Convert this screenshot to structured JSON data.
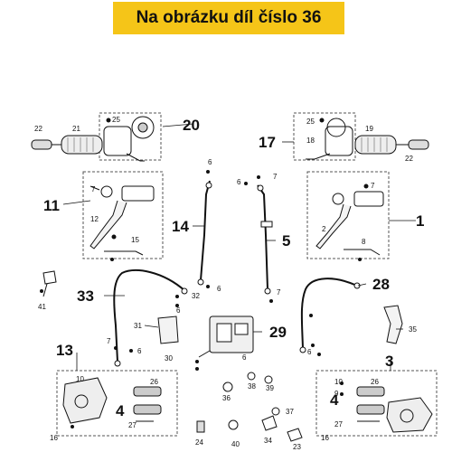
{
  "banner": {
    "text": "Na obrázku díl číslo 36"
  },
  "colors": {
    "banner": "#f5c518",
    "line": "#111111",
    "dash": "#555555"
  },
  "callouts": {
    "n1": "1",
    "n2": "2",
    "n3": "3",
    "n4a": "4",
    "n4b": "4",
    "n5": "5",
    "n6a": "6",
    "n6b": "6",
    "n6c": "6",
    "n6d": "6",
    "n6e": "6",
    "n6f": "6",
    "n6g": "6",
    "n7a": "7",
    "n7b": "7",
    "n7c": "7",
    "n7d": "7",
    "n7e": "7",
    "n8": "8",
    "n9": "9",
    "n10a": "10",
    "n10b": "10",
    "n11": "11",
    "n12": "12",
    "n13": "13",
    "n14": "14",
    "n15": "15",
    "n16a": "16",
    "n16b": "16",
    "n17": "17",
    "n18": "18",
    "n19": "19",
    "n20": "20",
    "n21": "21",
    "n22a": "22",
    "n22b": "22",
    "n23": "23",
    "n24": "24",
    "n25a": "25",
    "n25b": "25",
    "n26a": "26",
    "n26b": "26",
    "n27a": "27",
    "n27b": "27",
    "n28": "28",
    "n29": "29",
    "n30": "30",
    "n31": "31",
    "n32": "32",
    "n33": "33",
    "n34": "34",
    "n35": "35",
    "n36": "36",
    "n37": "37",
    "n38": "38",
    "n39": "39",
    "n40": "40",
    "n41": "41"
  }
}
